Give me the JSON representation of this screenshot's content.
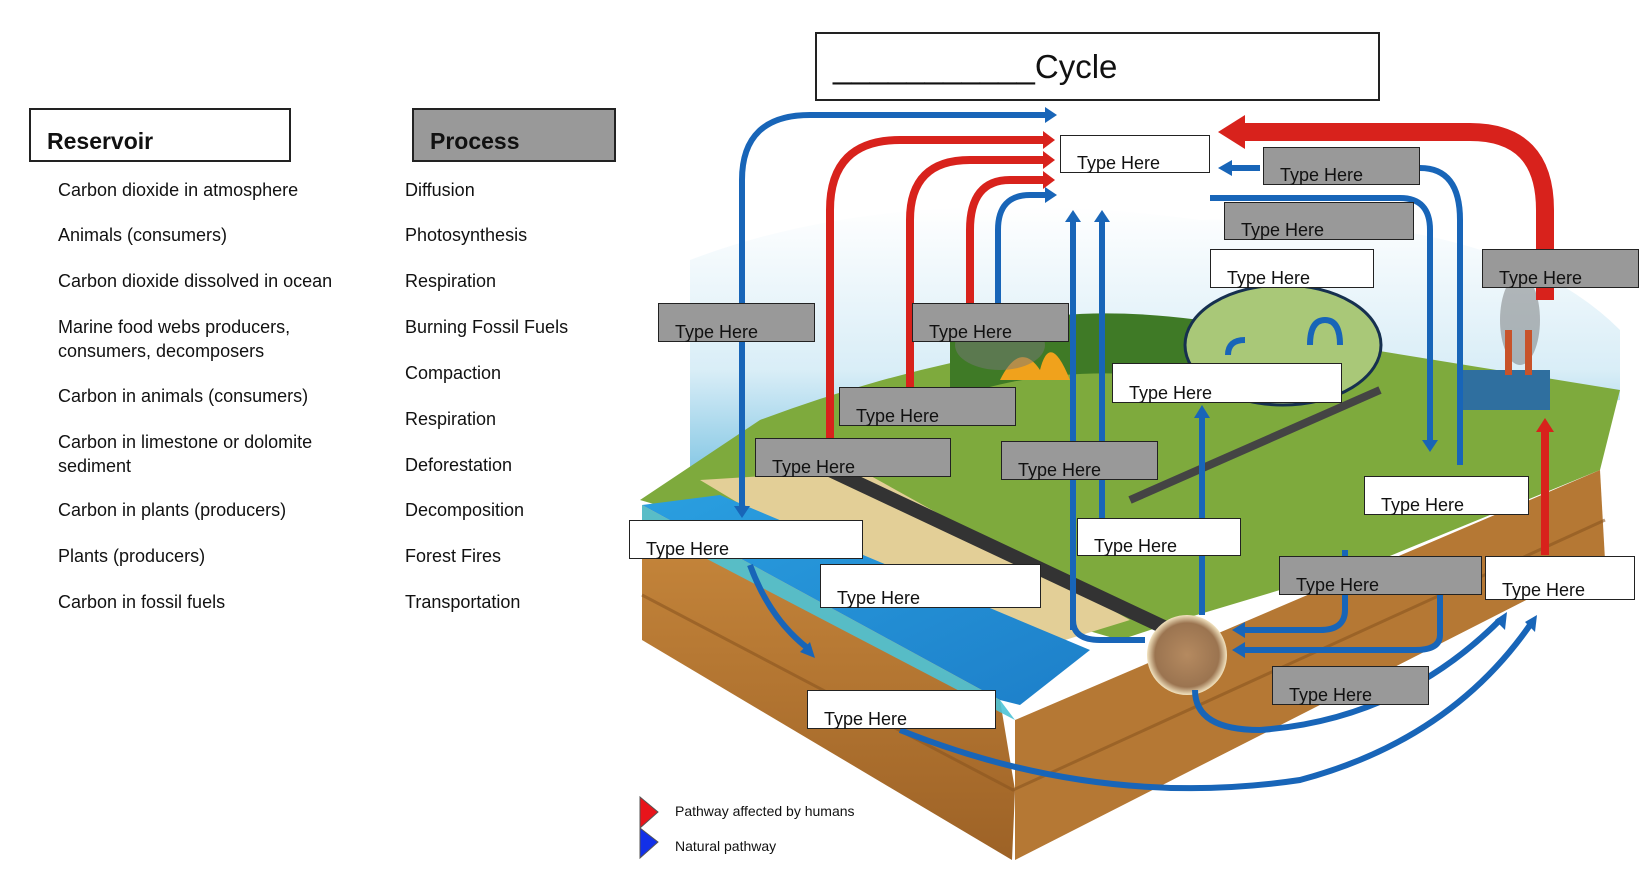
{
  "title": {
    "blank": "___________",
    "suffix": "Cycle"
  },
  "reservoir": {
    "header": "Reservoir",
    "items": [
      "Carbon dioxide in atmosphere",
      "Animals (consumers)",
      "Carbon dioxide dissolved in ocean",
      "Marine food webs producers, consumers, decomposers",
      "Carbon in animals (consumers)",
      "Carbon in limestone or dolomite sediment",
      "Carbon in plants (producers)",
      "Plants (producers)",
      "Carbon in fossil fuels"
    ]
  },
  "process": {
    "header": "Process",
    "items": [
      "Diffusion",
      "Photosynthesis",
      "Respiration",
      "Burning Fossil Fuels",
      "Compaction",
      "Respiration",
      "Deforestation",
      "Decomposition",
      "Forest Fires",
      "Transportation"
    ]
  },
  "placeholder": "Type Here",
  "text_boxes": [
    {
      "id": "atmosphere",
      "style": "white"
    },
    {
      "id": "top-right-1",
      "style": "gray"
    },
    {
      "id": "top-right-2",
      "style": "gray"
    },
    {
      "id": "top-right-3",
      "style": "white"
    },
    {
      "id": "factory",
      "style": "gray"
    },
    {
      "id": "left-ocean-up",
      "style": "gray"
    },
    {
      "id": "fire-1",
      "style": "gray"
    },
    {
      "id": "animals",
      "style": "white"
    },
    {
      "id": "fire-2",
      "style": "gray"
    },
    {
      "id": "fire-3",
      "style": "gray"
    },
    {
      "id": "fields",
      "style": "gray"
    },
    {
      "id": "right-mid",
      "style": "white"
    },
    {
      "id": "ocean-1",
      "style": "white"
    },
    {
      "id": "fields-2",
      "style": "white"
    },
    {
      "id": "ocean-2",
      "style": "white"
    },
    {
      "id": "soil-1",
      "style": "gray"
    },
    {
      "id": "soil-2",
      "style": "white"
    },
    {
      "id": "soil-3",
      "style": "gray"
    },
    {
      "id": "sediment",
      "style": "white"
    }
  ],
  "legend": {
    "human": {
      "label": "Pathway affected by humans",
      "color": "#e8141b"
    },
    "natural": {
      "label": "Natural pathway",
      "color": "#1230e8"
    }
  },
  "colors": {
    "red_arrow": "#d8221c",
    "blue_arrow": "#1865b8",
    "gray_box": "#999999"
  }
}
